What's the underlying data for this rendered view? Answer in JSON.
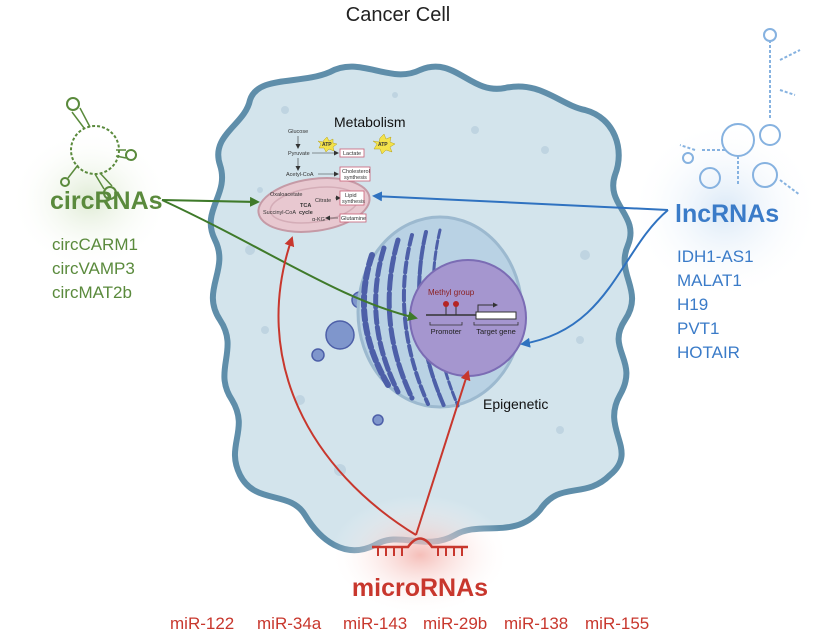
{
  "title": "Cancer Cell",
  "labels": {
    "metabolism": "Metabolism",
    "epigenetic": "Epigenetic"
  },
  "metabolism_map": {
    "glucose": "Glucose",
    "pyruvate": "Pyruvate",
    "acetyl_coa": "Acetyl-CoA",
    "oxaloacetate": "Oxaloacetate",
    "citrate": "Citrate",
    "tca": "TCA",
    "cycle": "cycle",
    "succinyl_coa": "Succinyl-CoA",
    "akg": "α-KG",
    "atp": "ATP",
    "lactate": "Lactate",
    "cholesterol_1": "Cholesterol",
    "cholesterol_2": "synthesis",
    "lipid_1": "Lipid",
    "lipid_2": "synthesis",
    "glutamine": "Glutamine"
  },
  "nucleus_detail": {
    "methyl_group": "Methyl group",
    "promoter": "Promoter",
    "target_gene": "Target gene"
  },
  "circrnas": {
    "title": "circRNAs",
    "color": "#5a8a3c",
    "items": [
      "circCARM1",
      "circVAMP3",
      "circMAT2b"
    ]
  },
  "lncrnas": {
    "title": "lncRNAs",
    "color": "#3a7bc8",
    "items": [
      "IDH1-AS1",
      "MALAT1",
      "H19",
      "PVT1",
      "HOTAIR"
    ]
  },
  "micrornas": {
    "title": "microRNAs",
    "color": "#c8372d",
    "items": [
      "miR-122",
      "miR-34a",
      "miR-143",
      "miR-29b",
      "miR-138",
      "miR-155"
    ]
  },
  "colors": {
    "cell_fill": "#d3e4ec",
    "cell_stroke": "#5f8eaa",
    "nucleus_fill": "#b9d2e4",
    "golgi": "#4d5fa8",
    "nucleolus": "#a596cf",
    "mito": "#e8c8d0"
  }
}
